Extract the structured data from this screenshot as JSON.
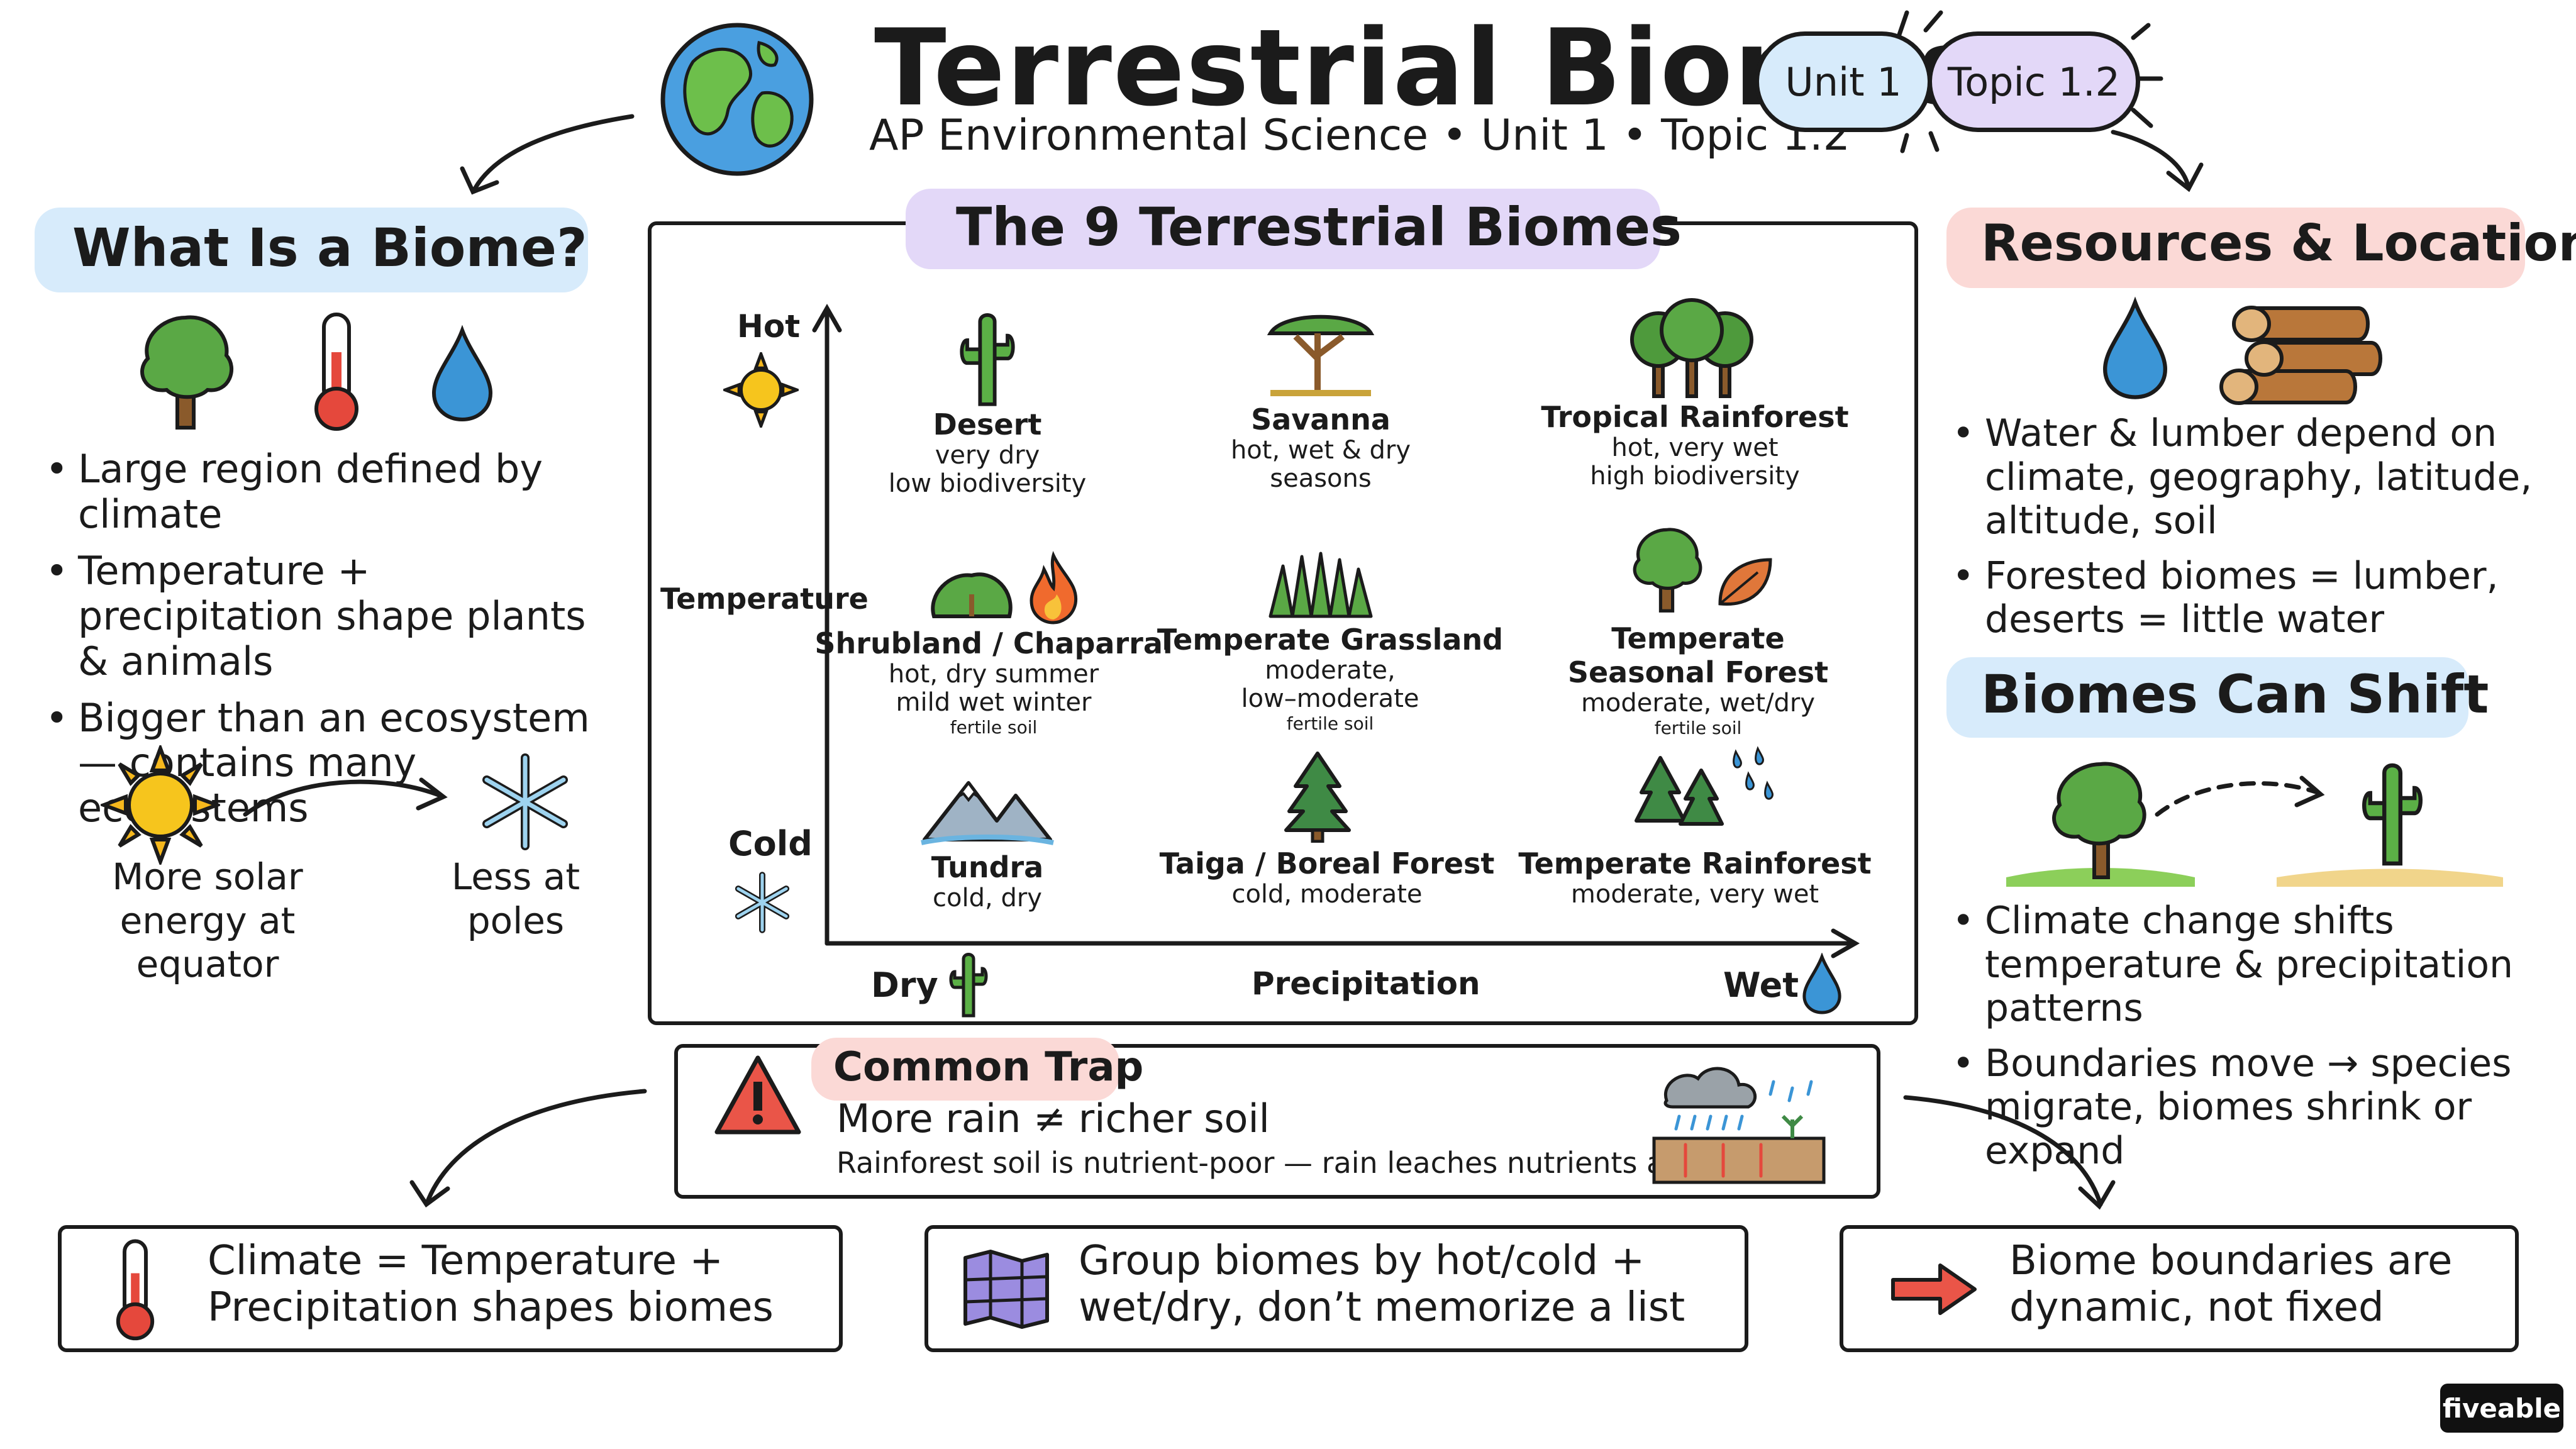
{
  "header": {
    "title": "Terrestrial Biomes",
    "subtitle": "AP Environmental Science • Unit 1 • Topic 1.2",
    "pill_unit": "Unit 1",
    "pill_topic": "Topic 1.2"
  },
  "left": {
    "heading": "What Is a Biome?",
    "bullets": [
      "Large region defined by climate",
      "Temperature + precipitation shape plants & animals",
      "Bigger than an ecosystem — contains many ecosystems"
    ],
    "solar_label": "More solar energy at equator",
    "poles_label": "Less at poles",
    "icons": [
      "tree-icon",
      "thermometer-icon",
      "water-drop-icon",
      "sun-icon",
      "snowflake-icon"
    ]
  },
  "chart": {
    "heading": "The 9 Terrestrial Biomes",
    "y_axis_label": "Temperature",
    "y_top_label": "Hot",
    "y_bottom_label": "Cold",
    "x_axis_label": "Precipitation",
    "x_left_label": "Dry",
    "x_right_label": "Wet",
    "biomes": [
      {
        "name": "Desert",
        "desc": "very dry\nlow biodiversity",
        "note": ""
      },
      {
        "name": "Savanna",
        "desc": "hot, wet & dry\nseasons",
        "note": ""
      },
      {
        "name": "Tropical Rainforest",
        "desc": "hot, very wet\nhigh biodiversity",
        "note": ""
      },
      {
        "name": "Shrubland / Chaparral",
        "desc": "hot, dry summer\nmild wet winter",
        "note": "fertile soil"
      },
      {
        "name": "Temperate Grassland",
        "desc": "moderate,\nlow–moderate",
        "note": "fertile soil"
      },
      {
        "name": "Temperate Seasonal Forest",
        "desc": "moderate, wet/dry",
        "note": "fertile soil"
      },
      {
        "name": "Tundra",
        "desc": "cold, dry",
        "note": ""
      },
      {
        "name": "Taiga / Boreal Forest",
        "desc": "cold, moderate",
        "note": ""
      },
      {
        "name": "Temperate Rainforest",
        "desc": "moderate, very wet",
        "note": ""
      }
    ]
  },
  "right": {
    "heading1": "Resources & Location",
    "bullets1": [
      "Water & lumber depend on climate, geography, latitude, altitude, soil",
      "Forested biomes = lumber, deserts = little water"
    ],
    "heading2": "Biomes Can Shift",
    "bullets2": [
      "Climate change shifts temperature & precipitation patterns",
      "Boundaries move → species migrate, biomes shrink or expand"
    ]
  },
  "trap": {
    "heading": "Common Trap",
    "main": "More rain ≠ richer soil",
    "sub": "Rainforest soil is nutrient-poor — rain leaches nutrients away"
  },
  "bottom": {
    "box1": "Climate = Temperature + Precipitation shapes biomes",
    "box2": "Group biomes by hot/cold + wet/dry, don’t memorize a list",
    "box3": "Biome boundaries are dynamic, not fixed"
  },
  "brand": "fiveable",
  "colors": {
    "blue_highlight": "#d7ebfb",
    "purple_highlight": "#e3d8f8",
    "pink_highlight": "#fbd9d6",
    "tree_green": "#5aa845",
    "cactus_green": "#5bb046",
    "drop_blue": "#3b95d6",
    "warning_red": "#ea5548"
  }
}
